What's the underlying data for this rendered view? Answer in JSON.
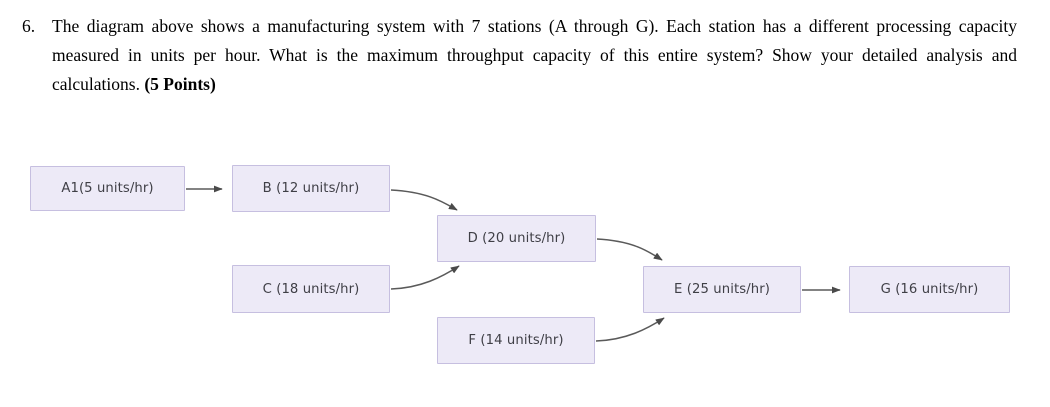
{
  "question": {
    "number": "6.",
    "text": "The diagram above shows a manufacturing system with 7 stations (A through G). Each station has a different processing capacity measured in units per hour. What is the maximum throughput capacity of this entire system? Show your detailed analysis and calculations. ",
    "points": "(5 Points)"
  },
  "diagram": {
    "colors": {
      "node_fill": "#edeaf7",
      "node_border": "#c6bfe0",
      "edge_stroke": "#5a5a5a",
      "label_text": "#3f3f46"
    },
    "nodes": [
      {
        "id": "A",
        "label": "A1(5 units/hr)",
        "station": "A",
        "capacity": 5,
        "unit": "units/hr"
      },
      {
        "id": "B",
        "label": "B (12 units/hr)",
        "station": "B",
        "capacity": 12,
        "unit": "units/hr"
      },
      {
        "id": "C",
        "label": "C (18 units/hr)",
        "station": "C",
        "capacity": 18,
        "unit": "units/hr"
      },
      {
        "id": "D",
        "label": "D (20 units/hr)",
        "station": "D",
        "capacity": 20,
        "unit": "units/hr"
      },
      {
        "id": "E",
        "label": "E (25 units/hr)",
        "station": "E",
        "capacity": 25,
        "unit": "units/hr"
      },
      {
        "id": "F",
        "label": "F (14 units/hr)",
        "station": "F",
        "capacity": 14,
        "unit": "units/hr"
      },
      {
        "id": "G",
        "label": "G (16 units/hr)",
        "station": "G",
        "capacity": 16,
        "unit": "units/hr"
      }
    ],
    "edges": [
      {
        "from": "A",
        "to": "B",
        "style": "straight"
      },
      {
        "from": "B",
        "to": "D",
        "style": "curved"
      },
      {
        "from": "C",
        "to": "D",
        "style": "curved"
      },
      {
        "from": "D",
        "to": "E",
        "style": "curved"
      },
      {
        "from": "F",
        "to": "E",
        "style": "curved"
      },
      {
        "from": "E",
        "to": "G",
        "style": "straight"
      }
    ]
  }
}
